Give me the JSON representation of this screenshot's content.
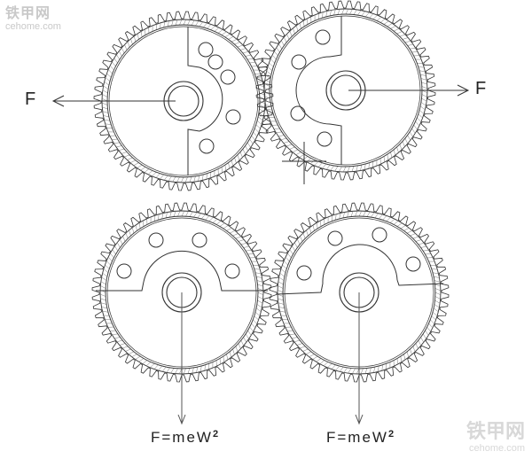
{
  "watermark_top": {
    "cn": "铁甲网",
    "en": "cehome.com"
  },
  "watermark_bottom": {
    "cn": "铁甲网",
    "en": "cehome.com"
  },
  "labels": {
    "force_left": "F",
    "force_right": "F",
    "formula_left": {
      "base": "F=meW",
      "exp": "2"
    },
    "formula_right": {
      "base": "F=meW",
      "exp": "2"
    }
  },
  "colors": {
    "line": "#333333",
    "watermark": "#c9c9c9"
  }
}
